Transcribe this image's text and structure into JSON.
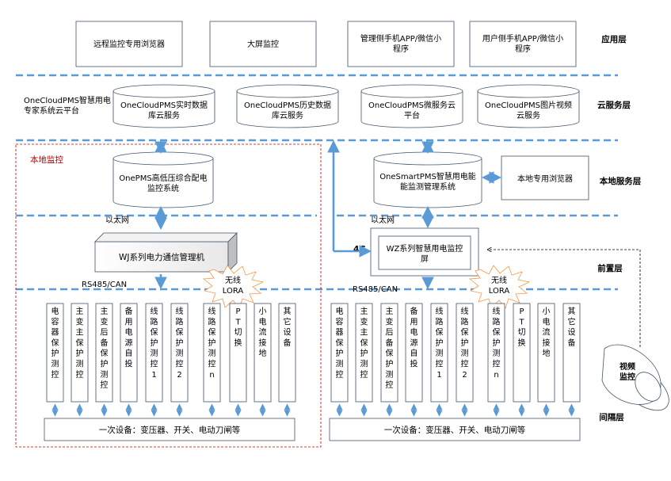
{
  "layers": {
    "app": "应用层",
    "cloud": "云服务层",
    "local_service": "本地服务层",
    "front": "前置层",
    "bay": "间隔层"
  },
  "apps": [
    {
      "lines": [
        "远程监控专用浏览器"
      ]
    },
    {
      "lines": [
        "大屏监控"
      ]
    },
    {
      "lines": [
        "管理侧手机APP/微信小",
        "程序"
      ]
    },
    {
      "lines": [
        "用户侧手机APP/微信小",
        "程序"
      ]
    }
  ],
  "cloud_platform": {
    "lines": [
      "OneCloudPMS智慧用电",
      "专家系统云平台"
    ]
  },
  "cloud_dbs": [
    {
      "lines": [
        "OneCloudPMS实时数据",
        "库云服务"
      ]
    },
    {
      "lines": [
        "OneCloudPMS历史数据",
        "库云服务"
      ]
    },
    {
      "lines": [
        "OneCloudPMS微服务云",
        "平台"
      ]
    },
    {
      "lines": [
        "OneCloudPMS图片视频",
        "云服务"
      ]
    }
  ],
  "local_monitor_label": "本地监控",
  "left_db": {
    "lines": [
      "OnePMS高低压综合配电",
      "监控系统"
    ]
  },
  "right_db": {
    "lines": [
      "OneSmartPMS智慧用电能",
      "能监测管理系统"
    ]
  },
  "local_browser": "本地专用浏览器",
  "ethernet": "以太网",
  "wj_box": "WJ系列电力通信管理机",
  "wz_box": {
    "lines": [
      "WZ系列智慧用电监控",
      "屏"
    ]
  },
  "link_4g": "4G",
  "rs485": "RS485/CAN",
  "wireless": {
    "lines": [
      "无线",
      "LORA"
    ]
  },
  "video": {
    "lines": [
      "视频",
      "监控"
    ]
  },
  "left_devices": [
    {
      "lines": [
        "电",
        "容",
        "器",
        "保",
        "护",
        "测",
        "控"
      ]
    },
    {
      "lines": [
        "主",
        "变",
        "主",
        "保",
        "护",
        "测",
        "控"
      ]
    },
    {
      "lines": [
        "主",
        "变",
        "后",
        "备",
        "保",
        "护",
        "测",
        "控"
      ]
    },
    {
      "lines": [
        "备",
        "用",
        "电",
        "源",
        "自",
        "投"
      ]
    },
    {
      "lines": [
        "线",
        "路",
        "保",
        "护",
        "测",
        "控",
        "1"
      ]
    },
    {
      "lines": [
        "线",
        "路",
        "保",
        "护",
        "测",
        "控",
        "2"
      ]
    },
    {
      "lines": [
        "线",
        "路",
        "保",
        "护",
        "测",
        "控",
        "n"
      ]
    },
    {
      "lines": [
        "P",
        "T",
        "切",
        "换"
      ]
    },
    {
      "lines": [
        "小",
        "电",
        "流",
        "接",
        "地"
      ]
    },
    {
      "lines": [
        "其",
        "它",
        "设",
        "备"
      ]
    }
  ],
  "right_devices": [
    {
      "lines": [
        "电",
        "容",
        "器",
        "保",
        "护",
        "测",
        "控"
      ]
    },
    {
      "lines": [
        "主",
        "变",
        "主",
        "保",
        "护",
        "测",
        "控"
      ]
    },
    {
      "lines": [
        "主",
        "变",
        "后",
        "备",
        "保",
        "护",
        "测",
        "控"
      ]
    },
    {
      "lines": [
        "备",
        "用",
        "电",
        "源",
        "自",
        "投"
      ]
    },
    {
      "lines": [
        "线",
        "路",
        "保",
        "护",
        "测",
        "控",
        "1"
      ]
    },
    {
      "lines": [
        "线",
        "路",
        "保",
        "护",
        "测",
        "控",
        "2"
      ]
    },
    {
      "lines": [
        "线",
        "路",
        "保",
        "护",
        "测",
        "控",
        "n"
      ]
    },
    {
      "lines": [
        "P",
        "T",
        "切",
        "换"
      ]
    },
    {
      "lines": [
        "小",
        "电",
        "流",
        "接",
        "地"
      ]
    },
    {
      "lines": [
        "其",
        "它",
        "设",
        "备"
      ]
    }
  ],
  "primary_left": "一次设备：变压器、开关、电动刀闸等",
  "primary_right": "一次设备：变压器、开关、电动刀闸等",
  "colors": {
    "dashed_line": "#5b9bd5",
    "arrow": "#5b9bd5",
    "border": "#44546a",
    "local_frame": "#c00000",
    "local_label": "#c00000"
  }
}
